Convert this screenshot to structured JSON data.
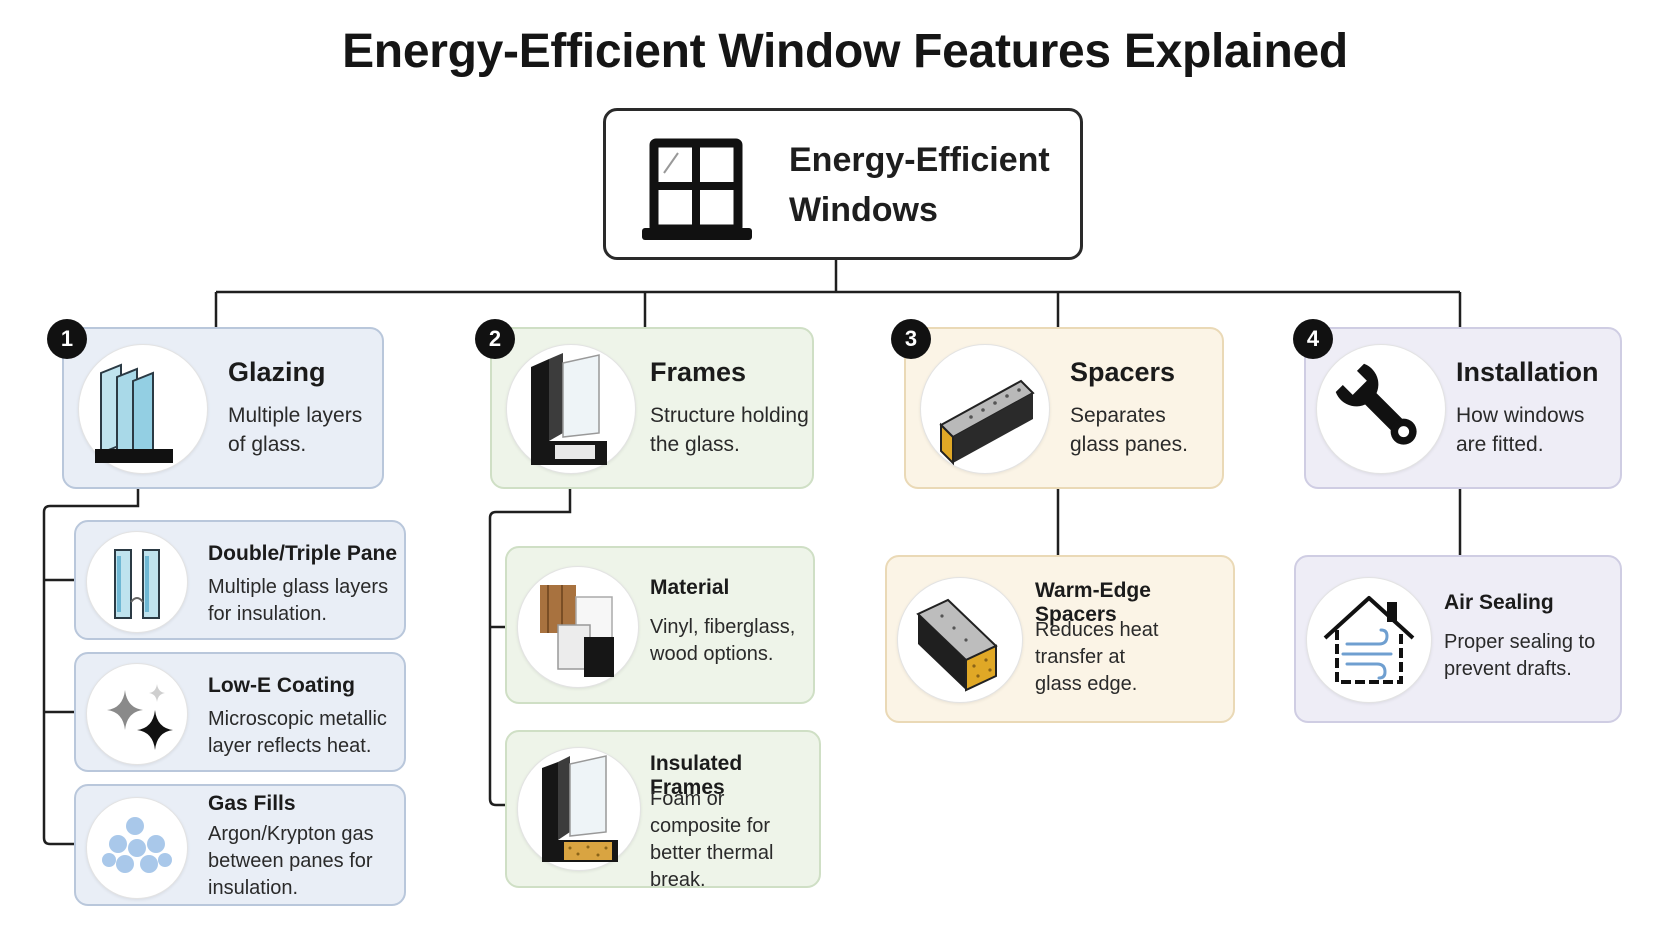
{
  "title": "Energy-Efficient Window Features Explained",
  "root": {
    "label": "Energy-Efficient Windows",
    "icon": "window-icon"
  },
  "categories": [
    {
      "number": "1",
      "title": "Glazing",
      "description": "Multiple layers of glass.",
      "icon": "glass-panes-icon",
      "color": "#e9eef6"
    },
    {
      "number": "2",
      "title": "Frames",
      "description": "Structure holding the glass.",
      "icon": "frame-section-icon",
      "color": "#eef4e9"
    },
    {
      "number": "3",
      "title": "Spacers",
      "description": "Separates glass panes.",
      "icon": "spacer-bar-icon",
      "color": "#fbf4e6"
    },
    {
      "number": "4",
      "title": "Installation",
      "description": "How windows are fitted.",
      "icon": "wrench-icon",
      "color": "#eeedf6"
    }
  ],
  "glazing_items": [
    {
      "title": "Double/Triple Pane",
      "description": "Multiple glass layers for insulation.",
      "icon": "double-pane-icon"
    },
    {
      "title": "Low-E Coating",
      "description": "Microscopic metallic layer reflects heat.",
      "icon": "sparkle-icon"
    },
    {
      "title": "Gas Fills",
      "description": "Argon/Krypton gas between panes for insulation.",
      "icon": "gas-bubbles-icon"
    }
  ],
  "frame_items": [
    {
      "title": "Material",
      "description": "Vinyl, fiberglass, wood options.",
      "icon": "material-blocks-icon"
    },
    {
      "title": "Insulated Frames",
      "description": "Foam or composite for better thermal break.",
      "icon": "insulated-frame-icon"
    }
  ],
  "spacer_items": [
    {
      "title": "Warm-Edge Spacers",
      "description": "Reduces heat transfer at glass edge.",
      "icon": "warm-edge-spacer-icon"
    }
  ],
  "installation_items": [
    {
      "title": "Air Sealing",
      "description": "Proper sealing to prevent drafts.",
      "icon": "house-air-icon"
    }
  ]
}
